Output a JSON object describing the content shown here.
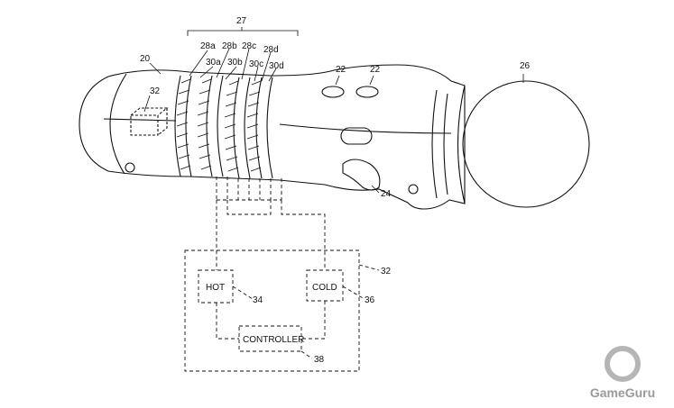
{
  "references": {
    "group_27": "27",
    "controller_20": "20",
    "sphere_26": "26",
    "button_22a": "22",
    "button_22b": "22",
    "trigger_24": "24",
    "sensor_32_top": "32",
    "system_32": "32",
    "hot_34": "34",
    "cold_36": "36",
    "controller_38": "38",
    "band_28a": "28a",
    "band_28b": "28b",
    "band_28c": "28c",
    "band_28d": "28d",
    "band_30a": "30a",
    "band_30b": "30b",
    "band_30c": "30c",
    "band_30d": "30d"
  },
  "boxes": {
    "hot": "HOT",
    "cold": "COLD",
    "controller": "CONTROLLER"
  },
  "watermark": {
    "text": "GameGuru",
    "icon": "gameguru-logo-icon"
  }
}
